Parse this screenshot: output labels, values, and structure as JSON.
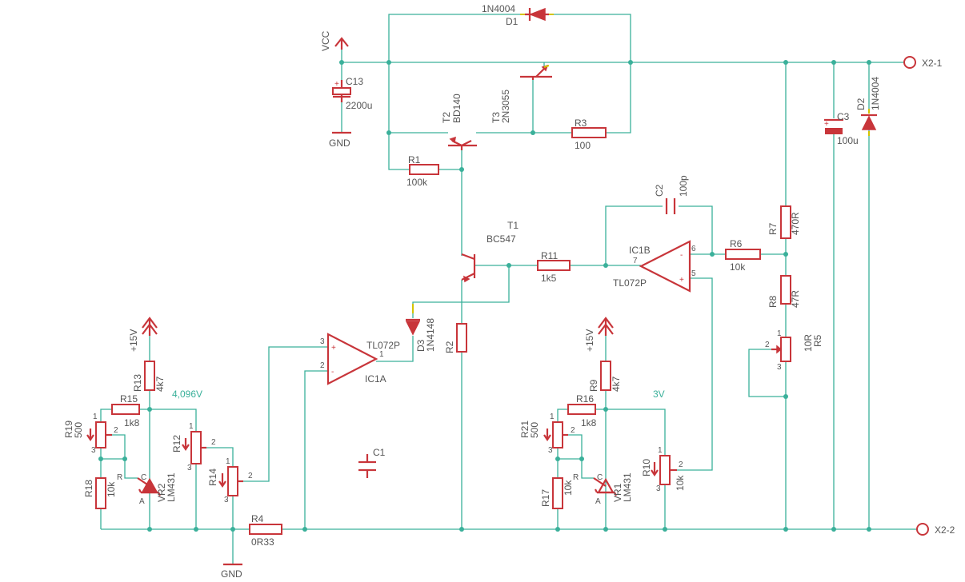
{
  "colors": {
    "wire": "#3ab09a",
    "component": "#c8353a",
    "text": "#555555",
    "pin_stub": "#d4c400"
  },
  "supply": {
    "vcc": "VCC",
    "gnd1": "GND",
    "gnd2": "GND",
    "p15a": "+15V",
    "p15b": "+15V",
    "x21": "X2-1",
    "x22": "X2-2"
  },
  "parts": {
    "d1": {
      "ref": "D1",
      "val": "1N4004"
    },
    "c13": {
      "ref": "C13",
      "val": "2200u"
    },
    "t2": {
      "ref": "T2",
      "val": "BD140"
    },
    "t3": {
      "ref": "T3",
      "val": "2N3055"
    },
    "r3": {
      "ref": "R3",
      "val": "100"
    },
    "r1": {
      "ref": "R1",
      "val": "100k"
    },
    "c3": {
      "ref": "C3",
      "val": "100u"
    },
    "d2": {
      "ref": "D2",
      "val": "1N4004"
    },
    "c2": {
      "ref": "C2",
      "val": "100p"
    },
    "r7": {
      "ref": "R7",
      "val": "470R"
    },
    "t1": {
      "ref": "T1",
      "val": "BC547"
    },
    "r11": {
      "ref": "R11",
      "val": "1k5"
    },
    "ic1b": {
      "ref": "IC1B",
      "val": "TL072P"
    },
    "r6": {
      "ref": "R6",
      "val": "10k"
    },
    "r8": {
      "ref": "R8",
      "val": "47R"
    },
    "r5": {
      "ref": "R5",
      "val": "10R"
    },
    "d3": {
      "ref": "D3",
      "val": "1N4148"
    },
    "r2": {
      "ref": "R2",
      "val": ""
    },
    "ic1a": {
      "ref": "IC1A",
      "val": "TL072P"
    },
    "r13": {
      "ref": "R13",
      "val": "4k7"
    },
    "r15": {
      "ref": "R15",
      "val": "1k8"
    },
    "r19": {
      "ref": "R19",
      "val": "500"
    },
    "r12": {
      "ref": "R12",
      "val": ""
    },
    "r14": {
      "ref": "R14",
      "val": ""
    },
    "r18": {
      "ref": "R18",
      "val": "10k"
    },
    "vr2": {
      "ref": "VR2",
      "val": "LM431"
    },
    "r4": {
      "ref": "R4",
      "val": "0R33"
    },
    "c1": {
      "ref": "C1",
      "val": ""
    },
    "r9": {
      "ref": "R9",
      "val": "4k7"
    },
    "r16": {
      "ref": "R16",
      "val": "1k8"
    },
    "r21": {
      "ref": "R21",
      "val": "500"
    },
    "r17": {
      "ref": "R17",
      "val": "10k"
    },
    "vr1": {
      "ref": "VR1",
      "val": "LM431"
    },
    "r10": {
      "ref": "R10",
      "val": "10k"
    }
  },
  "nets": {
    "v4096": "4,096V",
    "v3": "3V"
  },
  "pins": {
    "p1": "1",
    "p2": "2",
    "p3": "3",
    "p5": "5",
    "p6": "6",
    "p7": "7",
    "plus": "+",
    "minus": "-",
    "a": "A",
    "cc": "C",
    "r": "R"
  }
}
